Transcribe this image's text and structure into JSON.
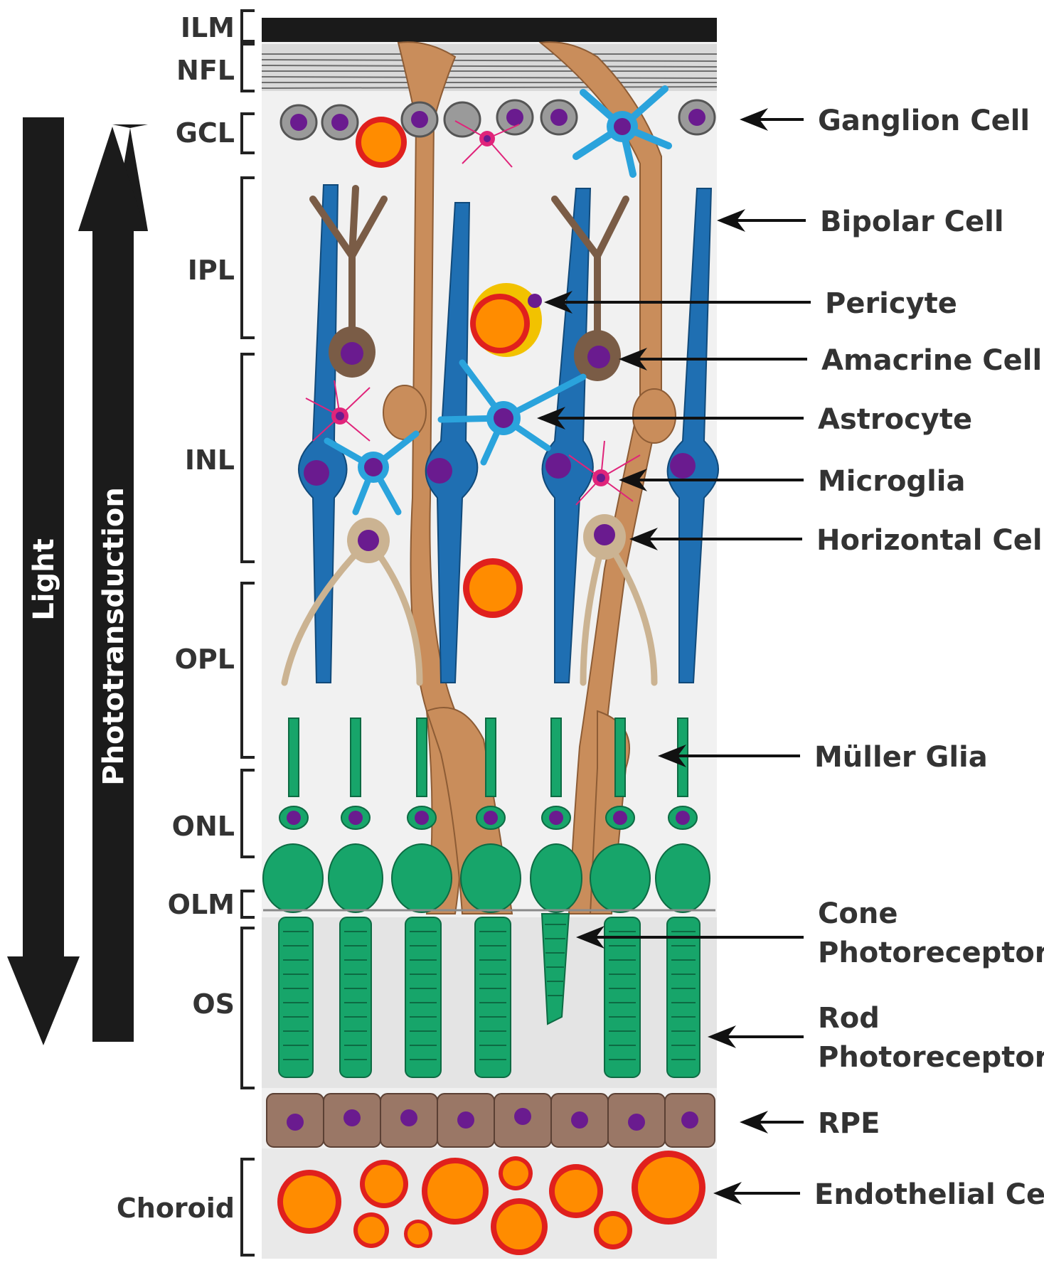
{
  "colors": {
    "background_panel": "#f1f1f1",
    "ilm": "#1a1a1a",
    "nfl": "#8c8c8c",
    "ganglion": "#9a9a9a",
    "nucleus": "#6a1b8f",
    "bipolar": "#1f6fb2",
    "astrocyte": "#2aa3dc",
    "muller": "#c98d5b",
    "amacrine": "#7a5c46",
    "horizontal": "#cbb392",
    "microglia": "#e0247a",
    "photoreceptor": "#17a56a",
    "rpe": "#9a7766",
    "vessel_fill": "#ff8c00",
    "vessel_wall": "#e0201d",
    "pericyte": "#f2c200",
    "arrow": "#1b1b1b"
  },
  "direction_arrows": {
    "light": "Light",
    "phototransduction": "Phototransduction"
  },
  "layers": [
    {
      "label": "ILM"
    },
    {
      "label": "NFL"
    },
    {
      "label": "GCL"
    },
    {
      "label": "IPL"
    },
    {
      "label": "INL"
    },
    {
      "label": "OPL"
    },
    {
      "label": "ONL"
    },
    {
      "label": "OLM"
    },
    {
      "label": "OS"
    },
    {
      "label": "Choroid"
    }
  ],
  "cell_labels": [
    {
      "lines": [
        "Ganglion Cell"
      ]
    },
    {
      "lines": [
        "Bipolar Cell"
      ]
    },
    {
      "lines": [
        "Pericyte"
      ]
    },
    {
      "lines": [
        "Amacrine Cell"
      ]
    },
    {
      "lines": [
        "Astrocyte"
      ]
    },
    {
      "lines": [
        "Microglia"
      ]
    },
    {
      "lines": [
        "Horizontal Cell"
      ]
    },
    {
      "lines": [
        "Müller Glia"
      ]
    },
    {
      "lines": [
        "Cone",
        "Photoreceptor"
      ]
    },
    {
      "lines": [
        "Rod",
        "Photoreceptor"
      ]
    },
    {
      "lines": [
        "RPE"
      ]
    },
    {
      "lines": [
        "Endothelial Cell"
      ]
    }
  ]
}
